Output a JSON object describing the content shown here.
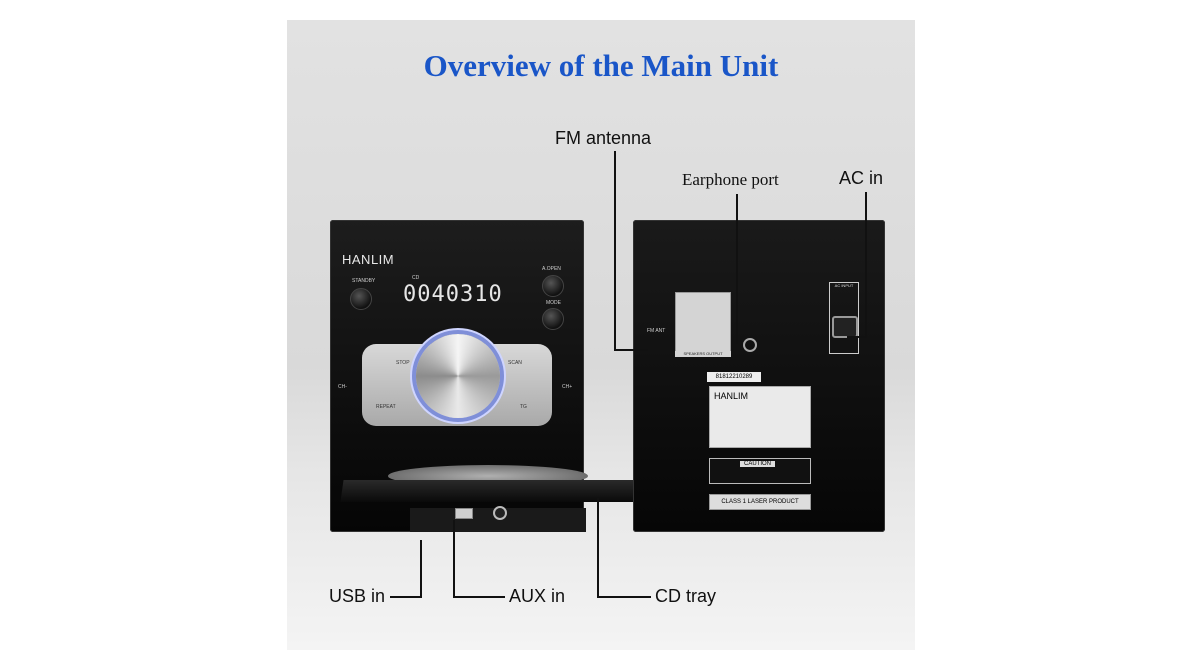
{
  "title": "Overview of the Main Unit",
  "callouts": {
    "fm_antenna": "FM antenna",
    "earphone_port": "Earphone port",
    "ac_in": "AC in",
    "usb_in": "USB in",
    "aux_in": "AUX in",
    "cd_tray": "CD tray"
  },
  "front_unit": {
    "brand": "HANLIM",
    "display": "0040310",
    "display_tag": "CD",
    "standby": "STANDBY",
    "aopen": "A.OPEN",
    "mode": "MODE",
    "buttons": [
      "STOP",
      "SCAN",
      "REPEAT",
      "TG",
      "CH-",
      "CH+"
    ]
  },
  "back_unit": {
    "serial": "81812210289",
    "rating_brand": "HANLIM",
    "caution": "CAUTION",
    "laser": "CLASS 1 LASER PRODUCT",
    "speaker_output": "SPEAKERS OUTPUT",
    "ac_input": "AC INPUT",
    "fm_ant": "FM ANT"
  },
  "colors": {
    "title": "#1a56c8",
    "background": "#dcdcdc"
  }
}
